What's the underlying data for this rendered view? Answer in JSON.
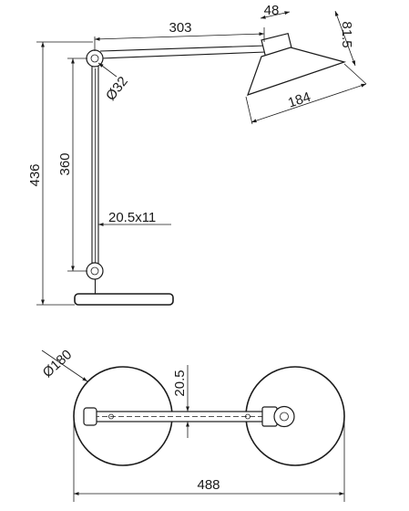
{
  "side_view": {
    "arm_length": "303",
    "head_neck": "48",
    "head_height": "81.5",
    "shade_length": "184",
    "joint_diameter": "Ø32",
    "arm_height": "360",
    "total_height": "436",
    "arm_profile": "20.5x11"
  },
  "top_view": {
    "base_diameter": "Ø180",
    "arm_width": "20.5",
    "total_width": "488"
  }
}
